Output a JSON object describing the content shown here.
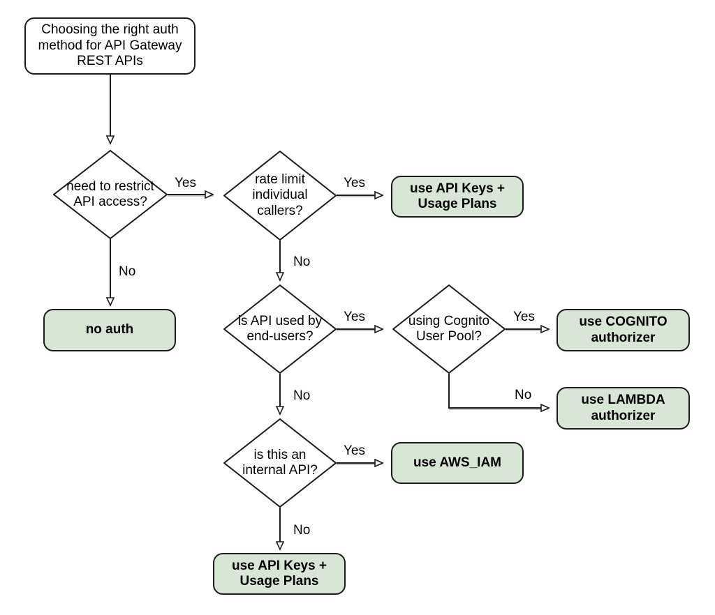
{
  "diagram": {
    "title": "Choosing the right auth method for API Gateway REST APIs",
    "type": "flowchart",
    "colors": {
      "terminal_fill": "#d7e6d5",
      "decision_fill": "#ffffff",
      "start_fill": "#ffffff",
      "stroke": "#1b1b1b",
      "text": "#000000",
      "background": "#ffffff"
    }
  },
  "nodes": {
    "start": {
      "id": "start",
      "shape": "rounded-rect",
      "line1": "Choosing the right auth",
      "line2": "method for API Gateway",
      "line3": "REST APIs"
    },
    "d1": {
      "id": "d1",
      "shape": "diamond",
      "line1": "need to restrict",
      "line2": "API access?"
    },
    "d2": {
      "id": "d2",
      "shape": "diamond",
      "line1": "rate limit",
      "line2": "individual",
      "line3": "callers?"
    },
    "d3": {
      "id": "d3",
      "shape": "diamond",
      "line1": "is API used by",
      "line2": "end-users?"
    },
    "d4": {
      "id": "d4",
      "shape": "diamond",
      "line1": "using Cognito",
      "line2": "User Pool?"
    },
    "d5": {
      "id": "d5",
      "shape": "diamond",
      "line1": "is this an",
      "line2": "internal API?"
    },
    "r_apikeys_top": {
      "id": "r_apikeys_top",
      "shape": "rounded-rect",
      "line1": "use API Keys +",
      "line2": "Usage Plans"
    },
    "r_noauth": {
      "id": "r_noauth",
      "shape": "rounded-rect",
      "line1": "no auth"
    },
    "r_cognito": {
      "id": "r_cognito",
      "shape": "rounded-rect",
      "line1": "use COGNITO",
      "line2": "authorizer"
    },
    "r_lambda": {
      "id": "r_lambda",
      "shape": "rounded-rect",
      "line1": "use LAMBDA",
      "line2": "authorizer"
    },
    "r_awsiam": {
      "id": "r_awsiam",
      "shape": "rounded-rect",
      "line1": "use AWS_IAM"
    },
    "r_apikeys_bottom": {
      "id": "r_apikeys_bottom",
      "shape": "rounded-rect",
      "line1": "use API Keys +",
      "line2": "Usage Plans"
    }
  },
  "edges": {
    "start_to_d1": {
      "label": ""
    },
    "d1_yes": {
      "label": "Yes"
    },
    "d1_no": {
      "label": "No"
    },
    "d2_yes": {
      "label": "Yes"
    },
    "d2_no": {
      "label": "No"
    },
    "d3_yes": {
      "label": "Yes"
    },
    "d3_no": {
      "label": "No"
    },
    "d4_yes": {
      "label": "Yes"
    },
    "d4_no": {
      "label": "No"
    },
    "d5_yes": {
      "label": "Yes"
    },
    "d5_no": {
      "label": "No"
    }
  }
}
